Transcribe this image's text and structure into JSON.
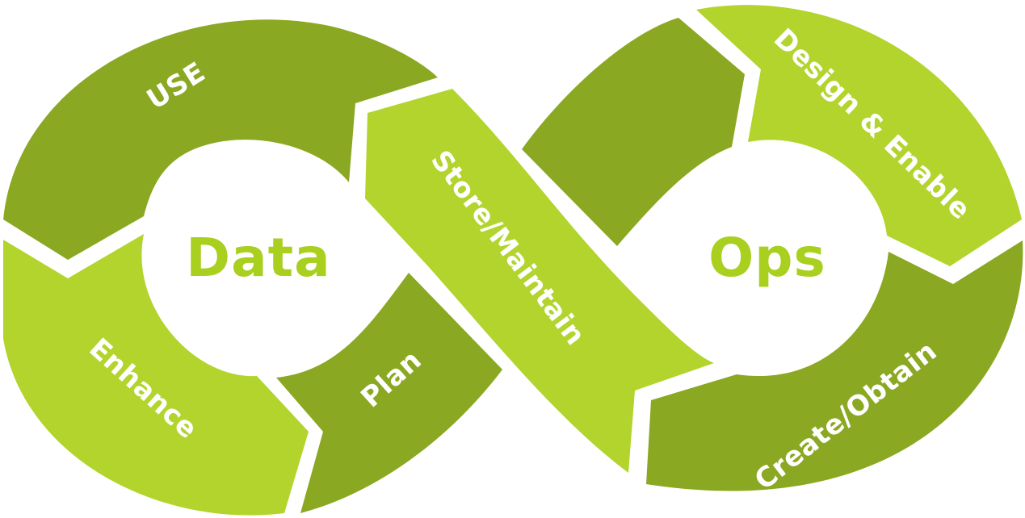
{
  "diagram": {
    "hubs": {
      "left": "Data",
      "right": "Ops"
    },
    "segments": {
      "use": "USE",
      "enhance": "Enhance",
      "plan": "Plan",
      "store_maintain": "Store/Maintain",
      "design_enable": "Design & Enable",
      "create_obtain": "Create/Obtain"
    },
    "colors": {
      "dark_green": "#8ba822",
      "light_green": "#b2d42c",
      "hub_text": "#a9cf1f",
      "background": "#ffffff"
    }
  }
}
